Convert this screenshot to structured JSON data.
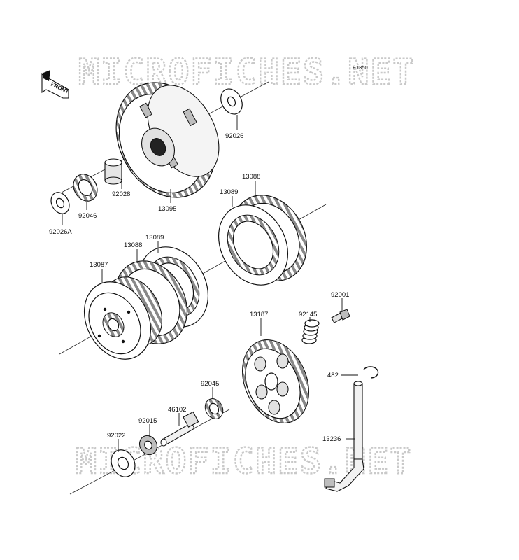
{
  "watermark": {
    "top": "MICROFICHES.NET",
    "bottom": "MICROFICHES.NET"
  },
  "reference_code": "E1350",
  "direction_indicator": "FRONT",
  "part_labels": {
    "p92026": "92026",
    "p92028": "92028",
    "p13095": "13095",
    "p92046": "92046",
    "p92026A": "92026A",
    "p13088_right": "13088",
    "p13089_right": "13089",
    "p13089_left": "13089",
    "p13088_left": "13088",
    "p13087": "13087",
    "p92001": "92001",
    "p92145": "92145",
    "p13187": "13187",
    "p482": "482",
    "p92045": "92045",
    "p46102": "46102",
    "p92015": "92015",
    "p92022": "92022",
    "p13236": "13236"
  },
  "colors": {
    "line": "#111111",
    "watermark_outline": "#c9c9c9",
    "fill_gray": "#e2e2e2"
  }
}
